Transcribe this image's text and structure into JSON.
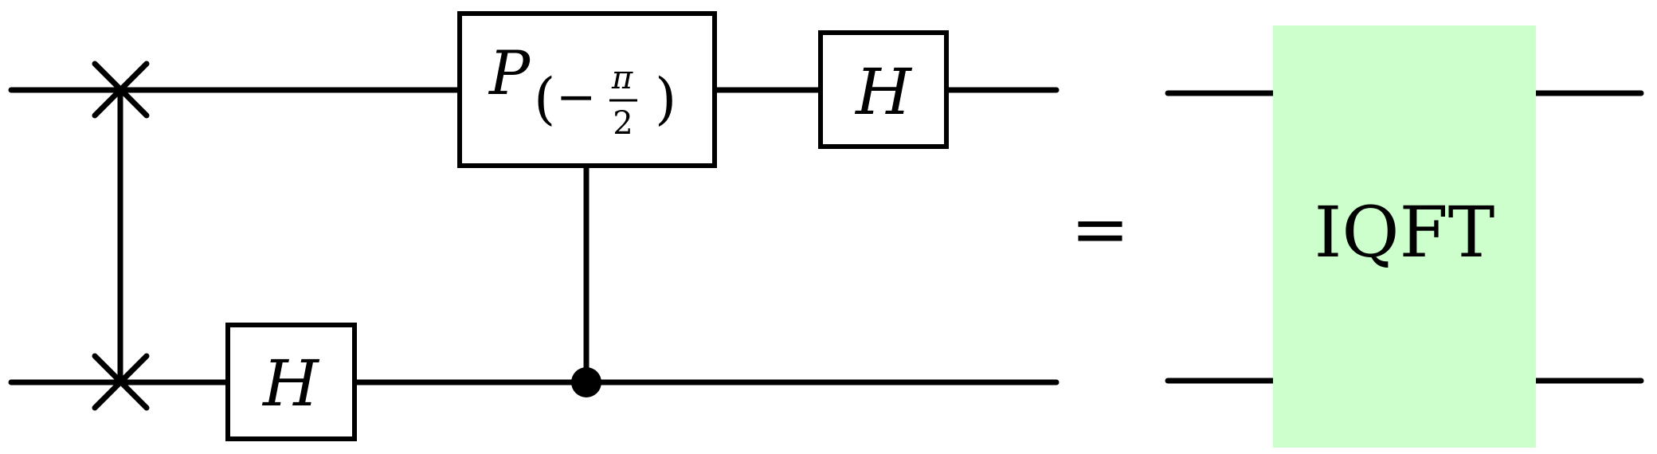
{
  "circuit": {
    "gates": {
      "hadamard_label": "H",
      "phase_label": "P",
      "phase_arg": {
        "open_paren": "(",
        "minus": "−",
        "numerator": "π",
        "denominator": "2",
        "close_paren": ")"
      }
    }
  },
  "equals_sign": "=",
  "block": {
    "label": "IQFT",
    "fill_color": "#ccffcc"
  }
}
